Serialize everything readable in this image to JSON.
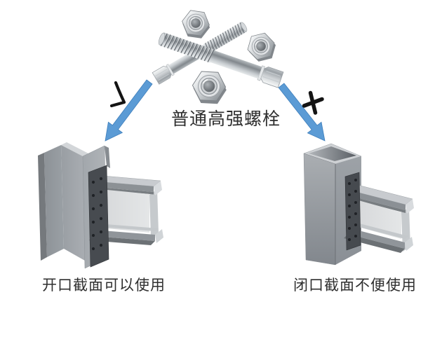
{
  "page": {
    "background": "#ffffff"
  },
  "diagram": {
    "top_label": "普通高强螺栓",
    "left_branch": {
      "caption": "开口截面可以使用",
      "mark": "check"
    },
    "right_branch": {
      "caption": "闭口截面不便使用",
      "mark": "cross"
    }
  },
  "colors": {
    "arrow_blue": "#5b9bd5",
    "mark_black": "#141414",
    "caption_text": "#2f2f2f",
    "steel_light": "#dcdee0",
    "steel_mid": "#9aa0a5",
    "end_plate_dark": "#474b50"
  }
}
